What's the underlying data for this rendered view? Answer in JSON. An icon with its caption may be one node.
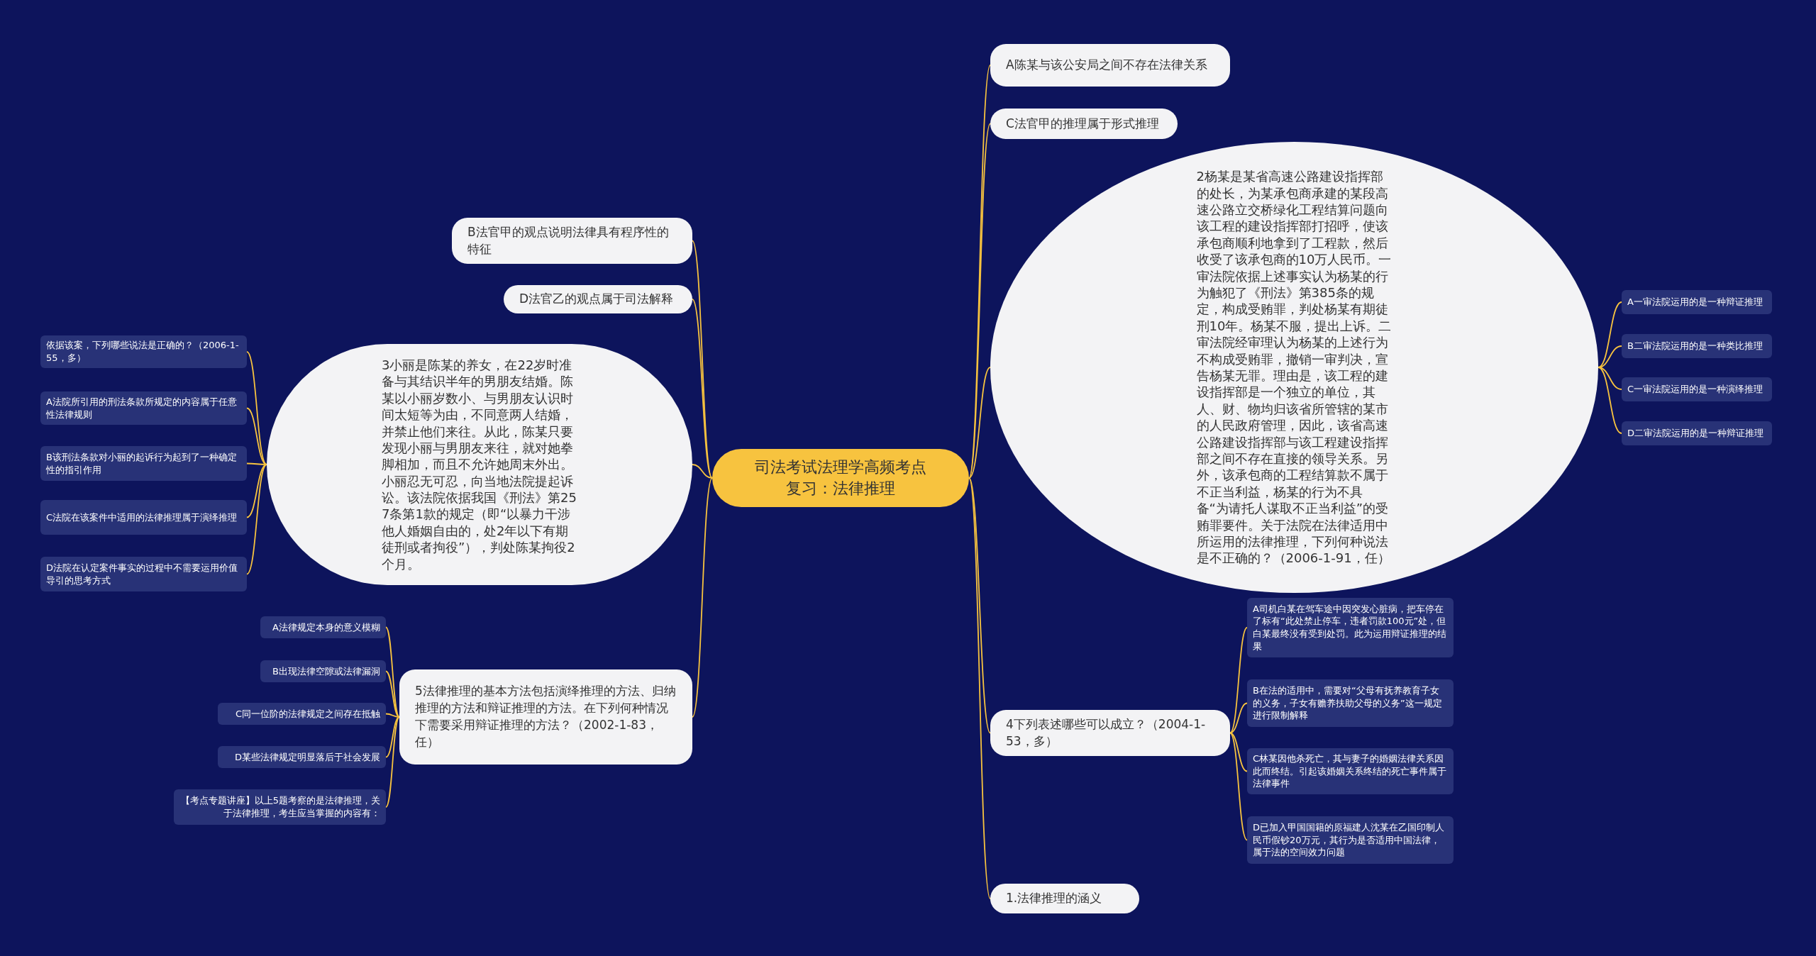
{
  "diagram": {
    "nodes": [
      {
        "text": [
          "司法考试法理学高频考点复习：法律推理"
        ]
      },
      {
        "text": [
          "A陈某与该公安局之间不存在法律关系"
        ]
      },
      {
        "text": [
          "C法官甲的推理属于形式推理"
        ]
      },
      {
        "text": [
          "2杨某是某省高速公路建设指挥部的处长，为某承包商承建的某段高速公路立交桥绿化工程结算问题向该工程的建设指挥部打招呼，使该承包商顺利地拿到了工程款，然后收受了该承包商的10万人民币。一审法院依据上述事实认为杨某的行为触犯了《刑法》第385条的规定，构成受贿罪，判处杨某有期徒刑10年。杨某不服，提出上诉。二审法院经审理认为杨某的上述行为不构成受贿罪，撤销一审判决，宣告杨某无罪。理由是，该工程的建设指挥部是一个独立的单位，其人、财、物均归该省所管辖的某市的人民政府管理，因此，该省高速公路建设指挥部与该工程建设指挥部之间不存在直接的领导关系。另外，该承包商的工程结算款不属于不正当利益，杨某的行为不具备“为请托人谋取不正当利益”的受贿罪要件。关于法院在法律适用中所运用的法律推理，下列何种说法是不正确的？（2006-1-91，任）"
        ]
      },
      {
        "text": [
          "A一审法院运用的是一种辩证推理"
        ]
      },
      {
        "text": [
          "B二审法院运用的是一种类比推理"
        ]
      },
      {
        "text": [
          "C一审法院运用的是一种演绎推理"
        ]
      },
      {
        "text": [
          "D二审法院运用的是一种辩证推理"
        ]
      },
      {
        "text": [
          "4下列表述哪些可以成立？（2004-1-53，多）"
        ]
      },
      {
        "text": [
          "A司机白某在驾车途中因突发心脏病，把车停在了标有“此处禁止停车，违者罚款100元”处，但白某最终没有受到处罚。此为运用辩证推理的结果"
        ]
      },
      {
        "text": [
          "B在法的适用中，需要对“父母有抚养教育子女的义务，子女有赡养扶助父母的义务”这一规定进行限制解释"
        ]
      },
      {
        "text": [
          "C林某因他杀死亡，其与妻子的婚姻法律关系因此而终结。引起该婚姻关系终结的死亡事件属于法律事件"
        ]
      },
      {
        "text": [
          "D已加入甲国国籍的原福建人沈某在乙国印制人民币假钞20万元，其行为是否适用中国法律，属于法的空间效力问题"
        ]
      },
      {
        "text": [
          "1.法律推理的涵义"
        ]
      },
      {
        "text": [
          "B法官甲的观点说明法律具有程序性的特征"
        ]
      },
      {
        "text": [
          "D法官乙的观点属于司法解释"
        ]
      },
      {
        "text": [
          "3小丽是陈某的养女，在22岁时准备与其结识半年的男朋友结婚。陈某以小丽岁数小、与男朋友认识时间太短等为由，不同意两人结婚，并禁止他们来往。从此，陈某只要发现小丽与男朋友来往，就对她拳脚相加，而且不允许她周末外出。小丽忍无可忍，向当地法院提起诉讼。该法院依据我国《刑法》第257条第1款的规定（即“以暴力干涉他人婚姻自由的，处2年以下有期徒刑或者拘役”），判处陈某拘役2个月。"
        ]
      },
      {
        "text": [
          "依据该案，下列哪些说法是正确的？（2006-1-55，多）"
        ]
      },
      {
        "text": [
          "A法院所引用的刑法条款所规定的内容属于任意性法律规则"
        ]
      },
      {
        "text": [
          "B该刑法条款对小丽的起诉行为起到了一种确定性的指引作用"
        ]
      },
      {
        "text": [
          "C法院在该案件中适用的法律推理属于演绎推理"
        ]
      },
      {
        "text": [
          "D法院在认定案件事实的过程中不需要运用价值导引的思考方式"
        ]
      },
      {
        "text": [
          "5法律推理的基本方法包括演绎推理的方法、归纳推理的方法和辩证推理的方法。在下列何种情况下需要采用辩证推理的方法？（2002-1-83，任）"
        ]
      },
      {
        "text": [
          "A法律规定本身的意义模糊"
        ]
      },
      {
        "text": [
          "B出现法律空隙或法律漏洞"
        ]
      },
      {
        "text": [
          "C同一位阶的法律规定之间存在抵触"
        ]
      },
      {
        "text": [
          "D某些法律规定明显落后于社会发展"
        ]
      },
      {
        "text": [
          "【考点专题讲座】以上5题考察的是法律推理，关于法律推理，考生应当掌握的内容有："
        ]
      }
    ],
    "edges": [
      {
        "from": 0,
        "to": 1,
        "arrow": "none"
      },
      {
        "from": 0,
        "to": 2,
        "arrow": "none"
      },
      {
        "from": 0,
        "to": 3,
        "arrow": "none"
      },
      {
        "from": 3,
        "to": 4,
        "arrow": "none"
      },
      {
        "from": 3,
        "to": 5,
        "arrow": "none"
      },
      {
        "from": 3,
        "to": 6,
        "arrow": "none"
      },
      {
        "from": 3,
        "to": 7,
        "arrow": "none"
      },
      {
        "from": 0,
        "to": 8,
        "arrow": "none"
      },
      {
        "from": 8,
        "to": 9,
        "arrow": "none"
      },
      {
        "from": 8,
        "to": 10,
        "arrow": "none"
      },
      {
        "from": 8,
        "to": 11,
        "arrow": "none"
      },
      {
        "from": 8,
        "to": 12,
        "arrow": "none"
      },
      {
        "from": 0,
        "to": 13,
        "arrow": "none"
      },
      {
        "from": 0,
        "to": 14,
        "arrow": "none"
      },
      {
        "from": 0,
        "to": 15,
        "arrow": "none"
      },
      {
        "from": 0,
        "to": 16,
        "arrow": "none"
      },
      {
        "from": 16,
        "to": 17,
        "arrow": "none"
      },
      {
        "from": 16,
        "to": 18,
        "arrow": "none"
      },
      {
        "from": 16,
        "to": 19,
        "arrow": "none"
      },
      {
        "from": 16,
        "to": 20,
        "arrow": "none"
      },
      {
        "from": 16,
        "to": 21,
        "arrow": "none"
      },
      {
        "from": 0,
        "to": 22,
        "arrow": "none"
      },
      {
        "from": 22,
        "to": 23,
        "arrow": "none"
      },
      {
        "from": 22,
        "to": 24,
        "arrow": "none"
      },
      {
        "from": 22,
        "to": 25,
        "arrow": "none"
      },
      {
        "from": 22,
        "to": 26,
        "arrow": "none"
      },
      {
        "from": 22,
        "to": 27,
        "arrow": "none"
      }
    ]
  }
}
